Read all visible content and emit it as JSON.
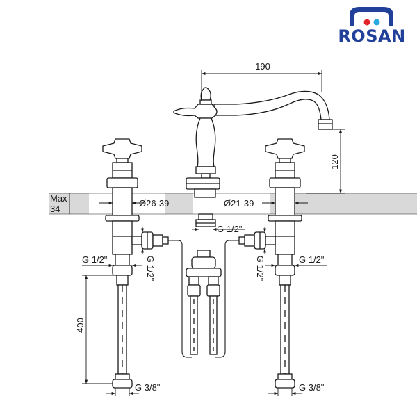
{
  "brand": {
    "name": "ROSAN",
    "logo_mark": "rosan-logo-mark",
    "colors": {
      "primary": "#21409a",
      "hot": "#e3232a",
      "cold": "#2aa8e0"
    }
  },
  "dimensions": {
    "spout_reach": "190",
    "spout_height": "120",
    "deck_thickness_max": "Max",
    "deck_thickness_value": "34",
    "hole_left": "Ø26-39",
    "hole_right": "Ø21-39",
    "outlet_thread": "G 1/2\"",
    "inlet_left_horizontal": "G 1/2\"",
    "inlet_left_vertical": "G 1/2\"",
    "inlet_right_horizontal": "G 1/2\"",
    "inlet_right_vertical": "G 1/2\"",
    "hose_length": "400",
    "hose_thread_left": "G 3/8\"",
    "hose_thread_right": "G 3/8\""
  },
  "colors": {
    "line": "#1a1a1a",
    "deck": "#d9d9d9"
  }
}
